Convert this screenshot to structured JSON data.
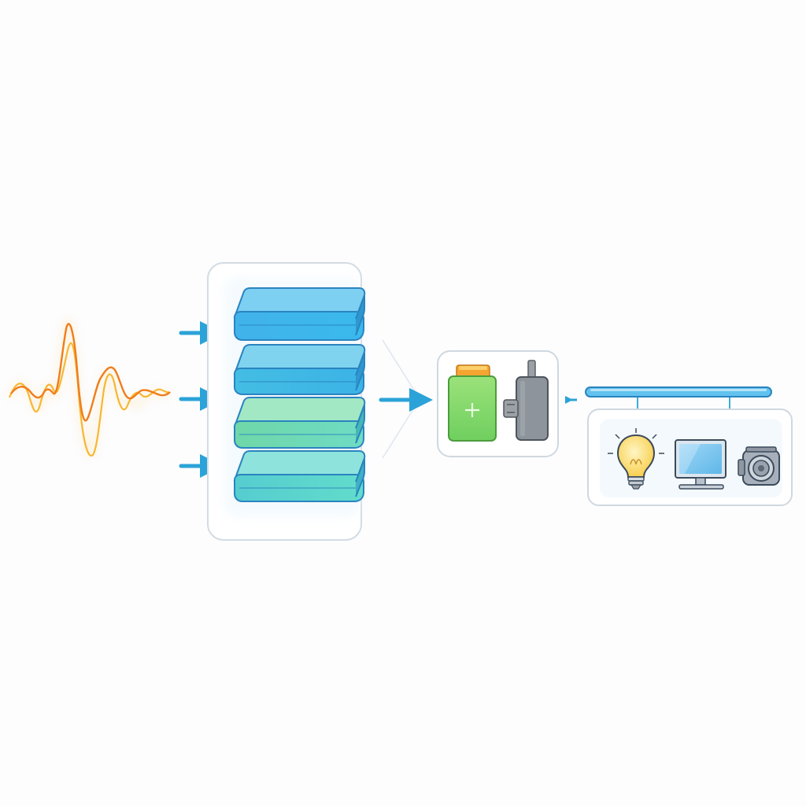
{
  "diagram": {
    "title": "",
    "colors": {
      "background": "#fdfdfe",
      "arrow": "#2ba3d8",
      "panel_border": "#c9d3dc",
      "wave_primary": "#f07d1c",
      "wave_secondary": "#f6b732",
      "layer_top": "#3fb8e8",
      "layer_bottom": "#5ad6c0",
      "layer_edge": "#2a84c0",
      "battery": "#7ed36b",
      "battery_cap": "#f6a531",
      "plug": "#8e949b",
      "bus": "#62c2ee"
    },
    "nodes": [
      {
        "id": "signal",
        "icon": "waveform-icon",
        "label": ""
      },
      {
        "id": "layer_stack",
        "icon": "stacked-layers-icon",
        "count": 4,
        "label": ""
      },
      {
        "id": "storage",
        "icon": "battery-icon",
        "label": ""
      },
      {
        "id": "connector",
        "icon": "plug-icon",
        "label": ""
      },
      {
        "id": "bus",
        "icon": "bus-bar",
        "label": ""
      },
      {
        "id": "loads",
        "icons": [
          "light-bulb-icon",
          "monitor-icon",
          "motor-icon"
        ],
        "label": ""
      }
    ],
    "edges": [
      {
        "from": "signal",
        "to": "layer_stack",
        "count": 3
      },
      {
        "from": "layer_stack",
        "to": "storage"
      },
      {
        "from": "bus",
        "to": "storage"
      },
      {
        "from": "bus",
        "to": "loads",
        "count": 2
      }
    ]
  }
}
